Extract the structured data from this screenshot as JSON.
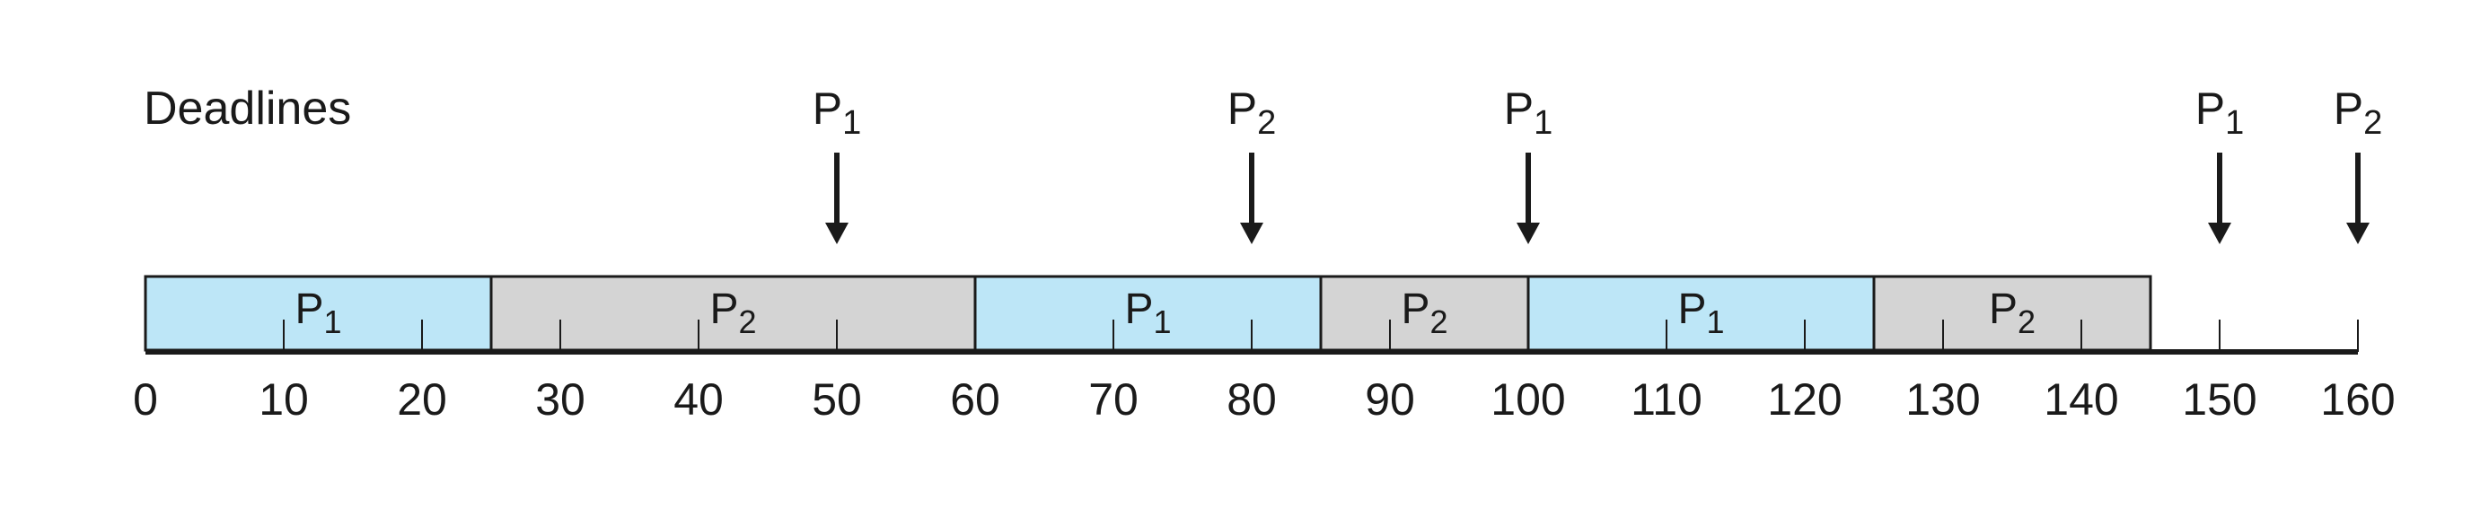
{
  "title_label": "Deadlines",
  "colors": {
    "p1_fill": "#bde6f7",
    "p2_fill": "#d4d4d4",
    "ink": "#1a1a1a"
  },
  "scale": {
    "min": 0,
    "max": 160,
    "tick_step": 10
  },
  "tick_labels": [
    "0",
    "10",
    "20",
    "30",
    "40",
    "50",
    "60",
    "70",
    "80",
    "90",
    "100",
    "110",
    "120",
    "130",
    "140",
    "150",
    "160"
  ],
  "segments": [
    {
      "process": "P",
      "sub": "1",
      "start": 0,
      "end": 25,
      "kind": "p1"
    },
    {
      "process": "P",
      "sub": "2",
      "start": 25,
      "end": 60,
      "kind": "p2"
    },
    {
      "process": "P",
      "sub": "1",
      "start": 60,
      "end": 85,
      "kind": "p1"
    },
    {
      "process": "P",
      "sub": "2",
      "start": 85,
      "end": 100,
      "kind": "p2"
    },
    {
      "process": "P",
      "sub": "1",
      "start": 100,
      "end": 125,
      "kind": "p1"
    },
    {
      "process": "P",
      "sub": "2",
      "start": 125,
      "end": 145,
      "kind": "p2"
    }
  ],
  "deadlines": [
    {
      "process": "P",
      "sub": "1",
      "at": 50
    },
    {
      "process": "P",
      "sub": "2",
      "at": 80
    },
    {
      "process": "P",
      "sub": "1",
      "at": 100
    },
    {
      "process": "P",
      "sub": "1",
      "at": 150
    },
    {
      "process": "P",
      "sub": "2",
      "at": 160
    }
  ]
}
